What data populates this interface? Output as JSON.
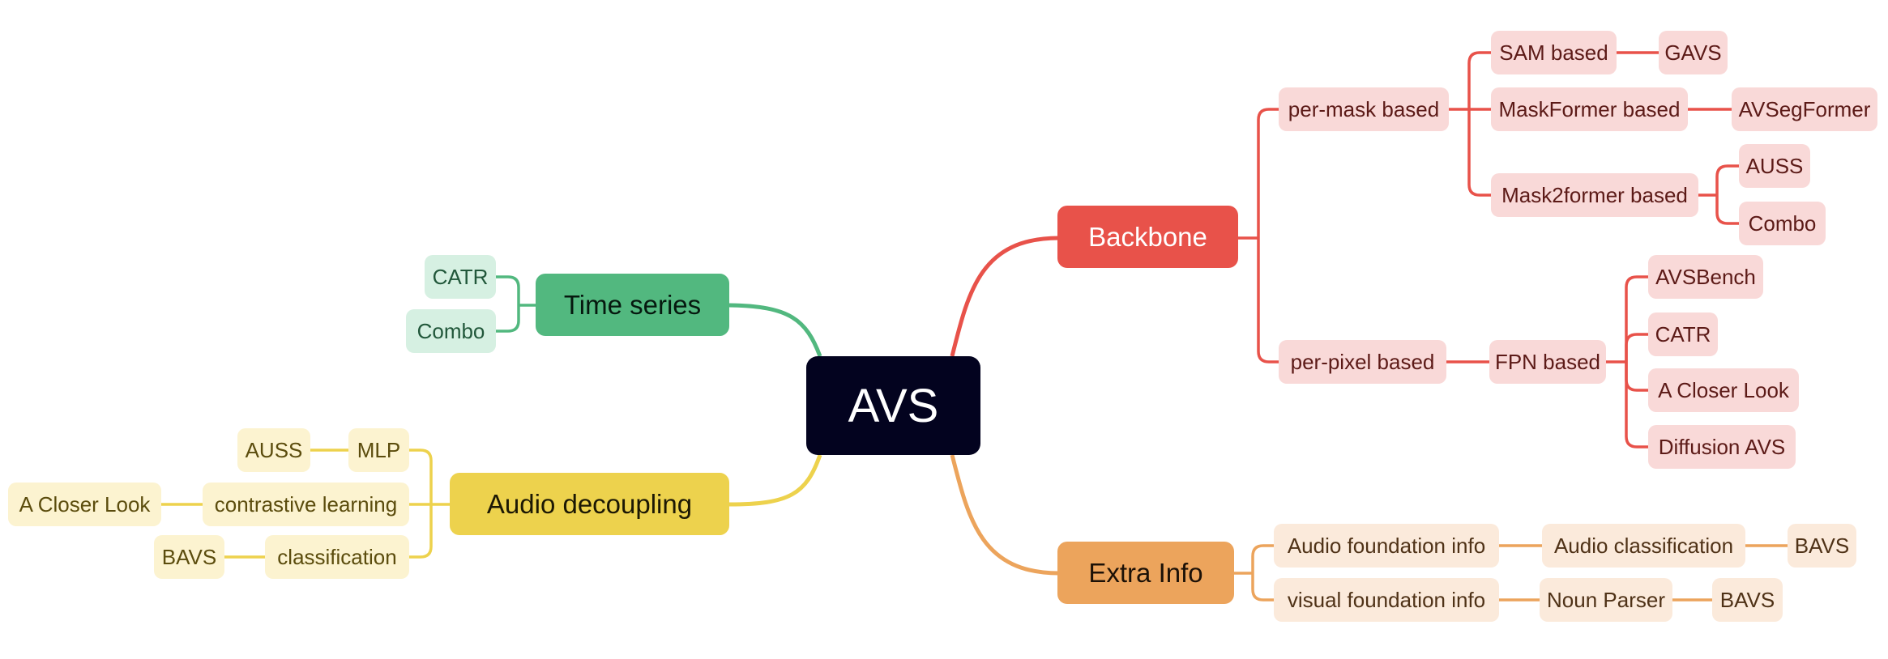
{
  "title": "AVS",
  "colors": {
    "root_bg": "#03031f",
    "backbone": "#e8524a",
    "extra_info": "#eca45c",
    "time_series": "#52b87f",
    "audio_decoupling": "#edd24d"
  },
  "branches": {
    "backbone": {
      "label": "Backbone",
      "per_mask": {
        "label": "per-mask based",
        "sam": {
          "label": "SAM based",
          "child": "GAVS"
        },
        "maskformer": {
          "label": "MaskFormer based",
          "child": "AVSegFormer"
        },
        "mask2former": {
          "label": "Mask2former based",
          "children": [
            "AUSS",
            "Combo"
          ]
        }
      },
      "per_pixel": {
        "label": "per-pixel based",
        "fpn": {
          "label": "FPN based",
          "children": [
            "AVSBench",
            "CATR",
            "A Closer Look",
            "Diffusion AVS"
          ]
        }
      }
    },
    "extra_info": {
      "label": "Extra Info",
      "audio": {
        "label": "Audio foundation info",
        "sub": "Audio classification",
        "leaf": "BAVS"
      },
      "visual": {
        "label": "visual foundation info",
        "sub": "Noun Parser",
        "leaf": "BAVS"
      }
    },
    "time_series": {
      "label": "Time series",
      "children": [
        "CATR",
        "Combo"
      ]
    },
    "audio_decoupling": {
      "label": "Audio decoupling",
      "mlp": {
        "label": "MLP",
        "leaf": "AUSS"
      },
      "contrastive": {
        "label": "contrastive learning",
        "leaf": "A Closer Look"
      },
      "classification": {
        "label": "classification",
        "leaf": "BAVS"
      }
    }
  }
}
